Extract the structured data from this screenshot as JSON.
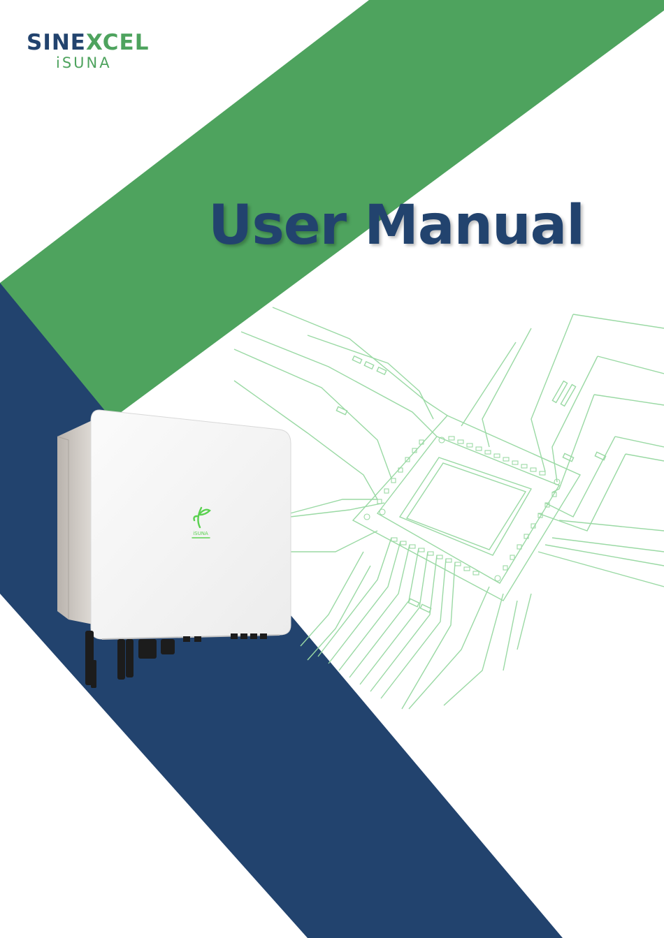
{
  "brand": {
    "name_part1": "SINE",
    "name_part2": "XCEL",
    "sub": "iSUNA"
  },
  "cover": {
    "title": "User  Manual"
  },
  "colors": {
    "brand_green": "#4ea35e",
    "brand_blue": "#22436e",
    "circuit_green": "#9ad9a4"
  },
  "device": {
    "label": "iSUNA"
  }
}
